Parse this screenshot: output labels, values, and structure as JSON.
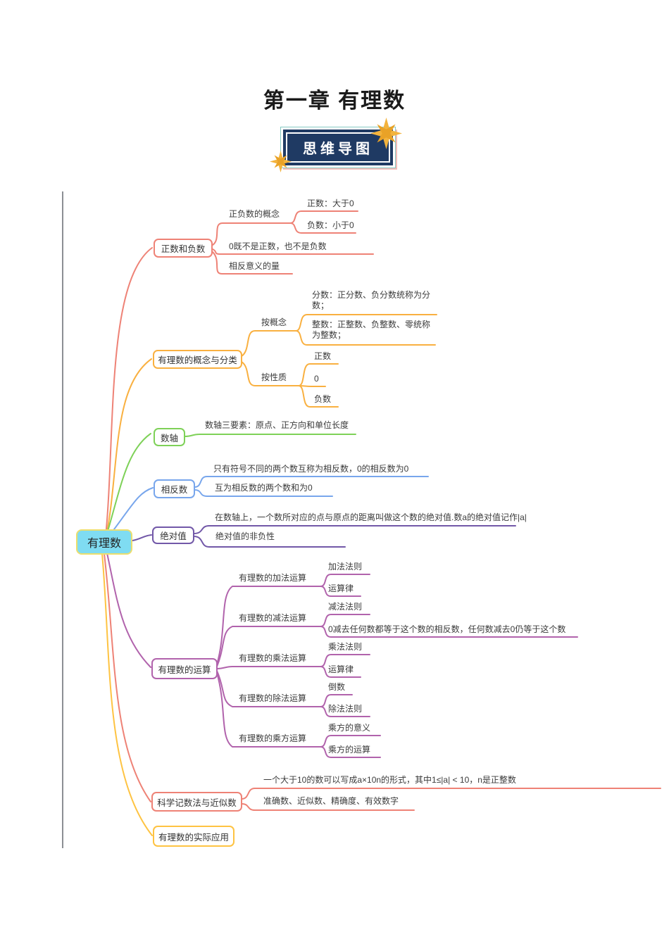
{
  "page": {
    "title": "第一章 有理数",
    "badge": "思维导图"
  },
  "colors": {
    "salmon": "#ee8276",
    "orange": "#f9b040",
    "green": "#7ed158",
    "blue": "#78a6ec",
    "violet": "#7258a8",
    "magenta": "#b163ac",
    "yellow": "#fec342",
    "root_fill": "#7fdcf2",
    "root_border": "#ecde6d",
    "badge_navy": "#1f3a63",
    "star_gold": "#f3b33d"
  },
  "root": {
    "label": "有理数"
  },
  "branches": [
    {
      "label": "正数和负数",
      "color": "#ee8276",
      "children": [
        {
          "label": "正负数的概念",
          "children": [
            {
              "label": "正数：大于0"
            },
            {
              "label": "负数：小于0"
            }
          ]
        },
        {
          "label": "0既不是正数，也不是负数"
        },
        {
          "label": "相反意义的量"
        }
      ]
    },
    {
      "label": "有理数的概念与分类",
      "color": "#f9b040",
      "children": [
        {
          "label": "按概念",
          "children": [
            {
              "label": "分数：正分数、负分数统称为分数；"
            },
            {
              "label": "整数：正整数、负整数、零统称为整数；"
            }
          ]
        },
        {
          "label": "按性质",
          "children": [
            {
              "label": "正数"
            },
            {
              "label": "0"
            },
            {
              "label": "负数"
            }
          ]
        }
      ]
    },
    {
      "label": "数轴",
      "color": "#7ed158",
      "children": [
        {
          "label": "数轴三要素：原点、正方向和单位长度"
        }
      ]
    },
    {
      "label": "相反数",
      "color": "#78a6ec",
      "children": [
        {
          "label": "只有符号不同的两个数互称为相反数，0的相反数为0"
        },
        {
          "label": "互为相反数的两个数和为0"
        }
      ]
    },
    {
      "label": "绝对值",
      "color": "#7258a8",
      "children": [
        {
          "label": "在数轴上，一个数所对应的点与原点的距离叫做这个数的绝对值.数a的绝对值记作|a|"
        },
        {
          "label": "绝对值的非负性"
        }
      ]
    },
    {
      "label": "有理数的运算",
      "color": "#b163ac",
      "children": [
        {
          "label": "有理数的加法运算",
          "children": [
            {
              "label": "加法法则"
            },
            {
              "label": "运算律"
            }
          ]
        },
        {
          "label": "有理数的减法运算",
          "children": [
            {
              "label": "减法法则"
            },
            {
              "label": "0减去任何数都等于这个数的相反数，任何数减去0仍等于这个数"
            }
          ]
        },
        {
          "label": "有理数的乘法运算",
          "children": [
            {
              "label": "乘法法则"
            },
            {
              "label": "运算律"
            }
          ]
        },
        {
          "label": "有理数的除法运算",
          "children": [
            {
              "label": "倒数"
            },
            {
              "label": "除法法则"
            }
          ]
        },
        {
          "label": "有理数的乘方运算",
          "children": [
            {
              "label": "乘方的意义"
            },
            {
              "label": "乘方的运算"
            }
          ]
        }
      ]
    },
    {
      "label": "科学记数法与近似数",
      "color": "#ee8276",
      "children": [
        {
          "label": "一个大于10的数可以写成a×10n的形式，其中1≤|a| < 10，n是正整数"
        },
        {
          "label": "准确数、近似数、精确度、有效数字"
        }
      ]
    },
    {
      "label": "有理数的实际应用",
      "color": "#fec342",
      "children": []
    }
  ]
}
